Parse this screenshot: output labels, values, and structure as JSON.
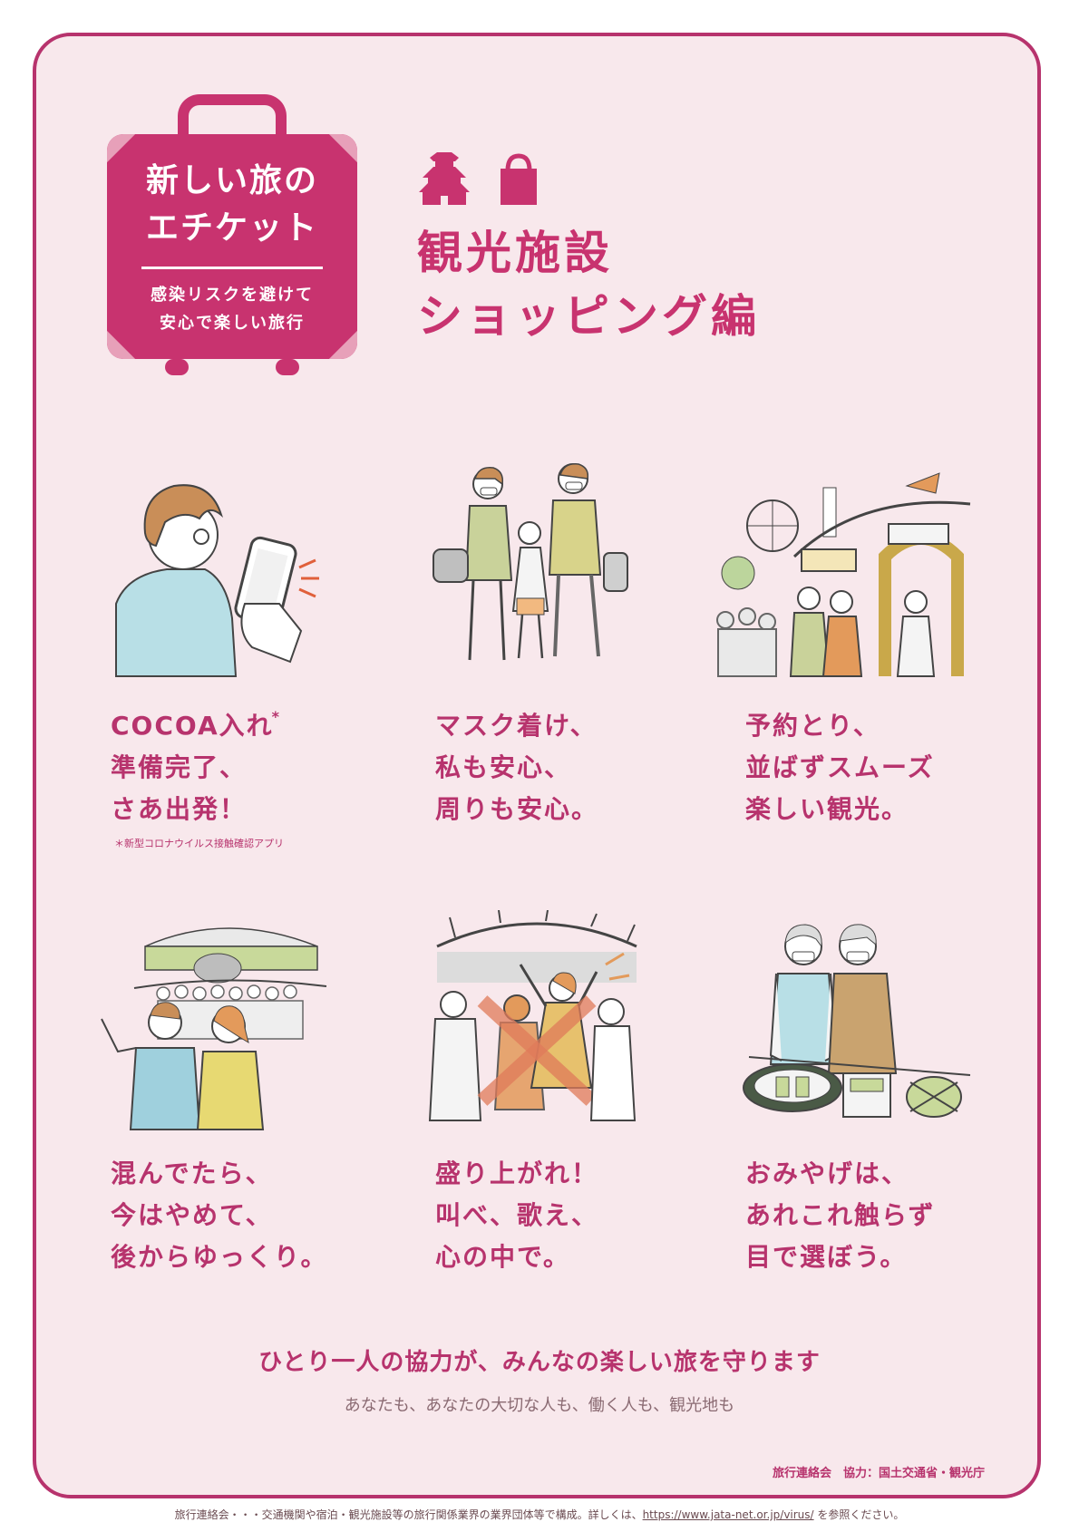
{
  "badge": {
    "title_line1": "新しい旅の",
    "title_line2": "エチケット",
    "subtitle_line1": "感染リスクを避けて",
    "subtitle_line2": "安心で楽しい旅行"
  },
  "header": {
    "title_line1": "観光施設",
    "title_line2": "ショッピング編",
    "icons": [
      "castle-icon",
      "shopping-bag-icon"
    ]
  },
  "items": [
    {
      "lines": [
        "COCOA入れ",
        "準備完了、",
        "さあ出発！"
      ],
      "asterisk": "*",
      "illustration": "phone-app-icon"
    },
    {
      "lines": [
        "マスク着け、",
        "私も安心、",
        "周りも安心。"
      ],
      "illustration": "masked-family-icon"
    },
    {
      "lines": [
        "予約とり、",
        "並ばずスムーズ",
        "楽しい観光。"
      ],
      "illustration": "ticket-gate-icon"
    },
    {
      "lines": [
        "混んでたら、",
        "今はやめて、",
        "後からゆっくり。"
      ],
      "illustration": "crowded-zoo-icon"
    },
    {
      "lines": [
        "盛り上がれ！",
        "叫べ、歌え、",
        "心の中で。"
      ],
      "illustration": "concert-icon"
    },
    {
      "lines": [
        "おみやげは、",
        "あれこれ触らず",
        "目で選ぼう。"
      ],
      "illustration": "souvenir-shop-icon"
    }
  ],
  "footnote": "＊新型コロナウイルス接触確認アプリ",
  "slogan": "ひとり一人の協力が、みんなの楽しい旅を守ります",
  "sub_slogan": "あなたも、あなたの大切な人も、働く人も、観光地も",
  "credit": "旅行連絡会　協力：国土交通省・観光庁",
  "bottom_note": "旅行連絡会・・・交通機関や宿泊・観光施設等の旅行関係業界の業界団体等で構成。詳しくは、",
  "bottom_url": "https://www.jata-net.or.jp/virus/",
  "bottom_note_end": " を参照ください。",
  "colors": {
    "accent": "#c8336f",
    "background": "#f8e8ec",
    "border": "#b7336d"
  }
}
